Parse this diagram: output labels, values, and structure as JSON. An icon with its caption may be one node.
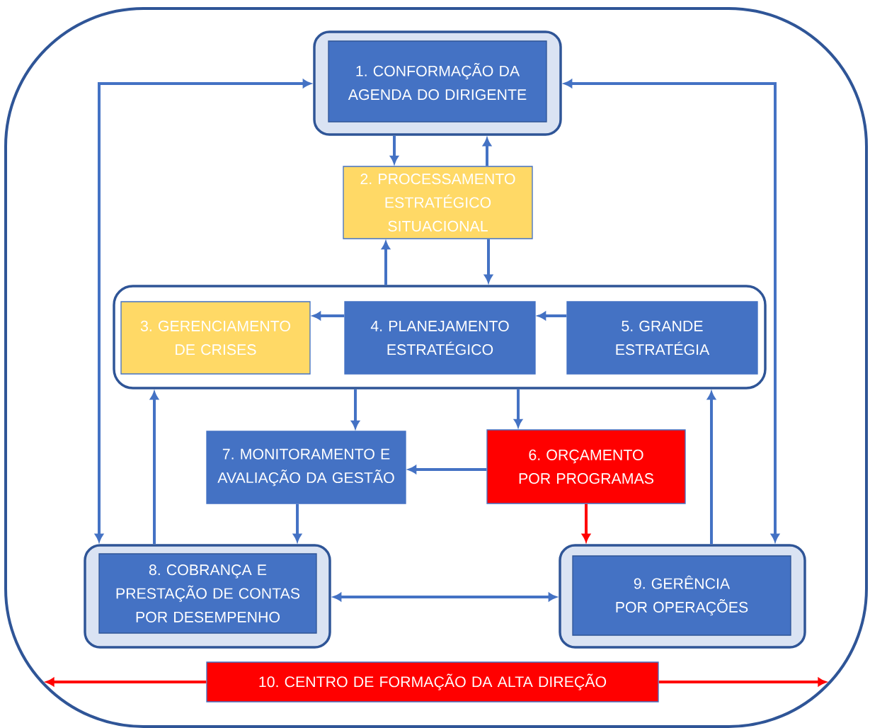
{
  "diagram": {
    "nodes": [
      {
        "text": [
          "1. CONFORMAÇÃO DA AGENDA DO DIRIGENTE"
        ]
      },
      {
        "text": [
          "2. PROCESSAMENTO ESTRATÉGICO SITUACIONAL"
        ]
      },
      {
        "text": [],
        "shape": "box"
      },
      {
        "text": [
          "3. GERENCIAMENTO DE CRISES"
        ],
        "in": 2
      },
      {
        "text": [
          "4. PLANEJAMENTO ESTRATÉGICO"
        ],
        "in": 2
      },
      {
        "text": [
          "5. GRANDE ESTRATÉGIA"
        ],
        "in": 2
      },
      {
        "text": [
          "7. MONITORAMENTO E AVALIAÇÃO DA GESTÃO"
        ]
      },
      {
        "text": [
          "6. ORÇAMENTO POR PROGRAMAS"
        ]
      },
      {
        "text": [
          "8. COBRANÇA E PRESTAÇÃO DE CONTAS POR DESEMPENHO"
        ]
      },
      {
        "text": [
          "9. GERÊNCIA POR OPERAÇÕES"
        ]
      },
      {
        "text": [
          "10. CENTRO DE FORMAÇÃO DA ALTA DIREÇÃO"
        ]
      }
    ],
    "edges": [
      {
        "from": 0,
        "to": 1,
        "arrow": "to"
      },
      {
        "from": 1,
        "to": 0,
        "arrow": "to"
      },
      {
        "from": 2,
        "to": 1,
        "arrow": "to"
      },
      {
        "from": 1,
        "to": 2,
        "arrow": "to"
      },
      {
        "from": 4,
        "to": 3,
        "arrow": "to"
      },
      {
        "from": 5,
        "to": 4,
        "arrow": "to"
      },
      {
        "from": 2,
        "to": 6,
        "arrow": "to"
      },
      {
        "from": 2,
        "to": 7,
        "arrow": "to"
      },
      {
        "from": 7,
        "to": 6,
        "arrow": "to"
      },
      {
        "from": 7,
        "to": 9,
        "arrow": "to",
        "color": "#ff0000"
      },
      {
        "from": 6,
        "to": 8,
        "arrow": "to"
      },
      {
        "from": 8,
        "to": 2,
        "arrow": "to"
      },
      {
        "from": 9,
        "to": 2,
        "arrow": "to"
      },
      {
        "from": 0,
        "to": 8,
        "arrow": "both"
      },
      {
        "from": 0,
        "to": 9,
        "arrow": "both"
      },
      {
        "from": 8,
        "to": 9,
        "arrow": "both"
      },
      {
        "from": 10,
        "to": null,
        "arrow": "to",
        "color": "#ff0000"
      },
      {
        "from": 10,
        "to": null,
        "arrow": "to",
        "color": "#ff0000"
      }
    ]
  }
}
